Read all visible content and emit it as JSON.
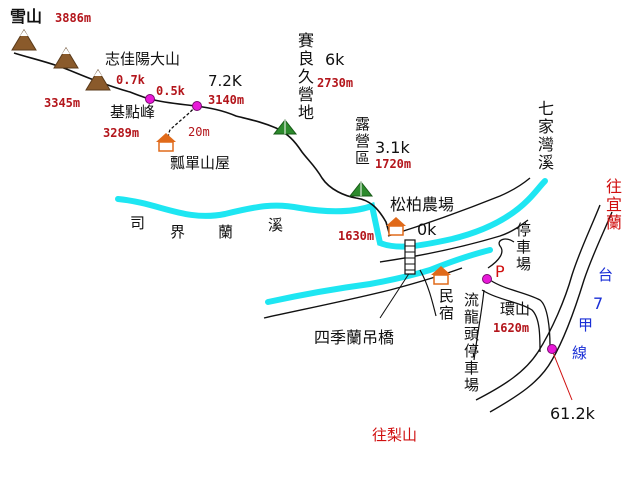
{
  "colors": {
    "trail": "#111111",
    "river": "#1ee6f2",
    "elevation_text": "#b3151b",
    "waypoint": "#e81ad8",
    "road_label": "#1a2fd6",
    "direction_label": "#d01010",
    "camp": "#2c8a2c",
    "hut": "#e06a1a"
  },
  "icons": {
    "peak": "mountain-icon",
    "camp": "tent-icon",
    "hut": "house-icon",
    "parking": "parking-icon",
    "waypoint": "waypoint-dot-icon",
    "bridge": "bridge-icon"
  },
  "labels": {
    "xueshan": "雪山",
    "xueshan_elev": "3886m",
    "zhijiayang": "志佳陽大山",
    "dist_07": "0.7k",
    "dist_05": "0.5k",
    "elev_3345": "3345m",
    "jidianfeng": "基點峰",
    "elev_3289": "3289m",
    "dist_72": "7.2K",
    "elev_3140": "3140m",
    "dist_20": "20m",
    "piaodan_hut": "瓢單山屋",
    "sailiang_camp": "賽良久營地",
    "dist_6k": "6k",
    "elev_2730": "2730m",
    "lu_camp": "露營區",
    "dist_31": "3.1k",
    "elev_1720": "1720m",
    "qijiawan": "七家灣溪",
    "to_yilan": "往宜蘭",
    "silan_river": [
      "司",
      "界",
      "蘭",
      "溪"
    ],
    "songbai_farm": "松柏農場",
    "dist_0k": "0k",
    "elev_1630": "1630m",
    "parking": "停車場",
    "parking_letter": "P",
    "minsu": "民宿",
    "huanshan": "環山",
    "elev_1620": "1620m",
    "route_tai": "台",
    "route_7": "7",
    "route_jia": "甲",
    "route_xian": "線",
    "bridge": "四季蘭吊橋",
    "liulong_parking": "流龍頭停車場",
    "dist_612": "61.2k",
    "to_lishan": "往梨山"
  }
}
